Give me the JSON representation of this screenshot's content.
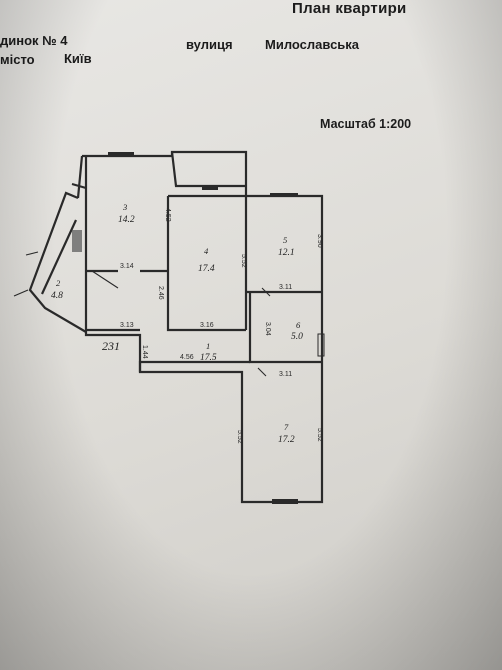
{
  "header": {
    "title": "План квартири",
    "house": "динок № 4",
    "street_label": "вулиця",
    "street_value": "Милославська",
    "city_label": "місто",
    "city_value": "Київ",
    "scale": "Масштаб 1:200"
  },
  "plan": {
    "apartment_code": "231",
    "rooms": [
      {
        "number": "1",
        "area": "17.5"
      },
      {
        "number": "2",
        "area": "4.8"
      },
      {
        "number": "3",
        "area": "14.2"
      },
      {
        "number": "4",
        "area": "17.4"
      },
      {
        "number": "5",
        "area": "12.1"
      },
      {
        "number": "6",
        "area": "5.0"
      },
      {
        "number": "7",
        "area": "17.2"
      }
    ],
    "dimensions": [
      "4.52",
      "3.14",
      "3.13",
      "5.52",
      "2.46",
      "3.16",
      "3.90",
      "3.11",
      "3.04",
      "1.44",
      "4.56",
      "3.11",
      "5.52",
      "5.52"
    ]
  },
  "colors": {
    "paper": "#e3e2de",
    "ink": "#2a2a2a"
  }
}
